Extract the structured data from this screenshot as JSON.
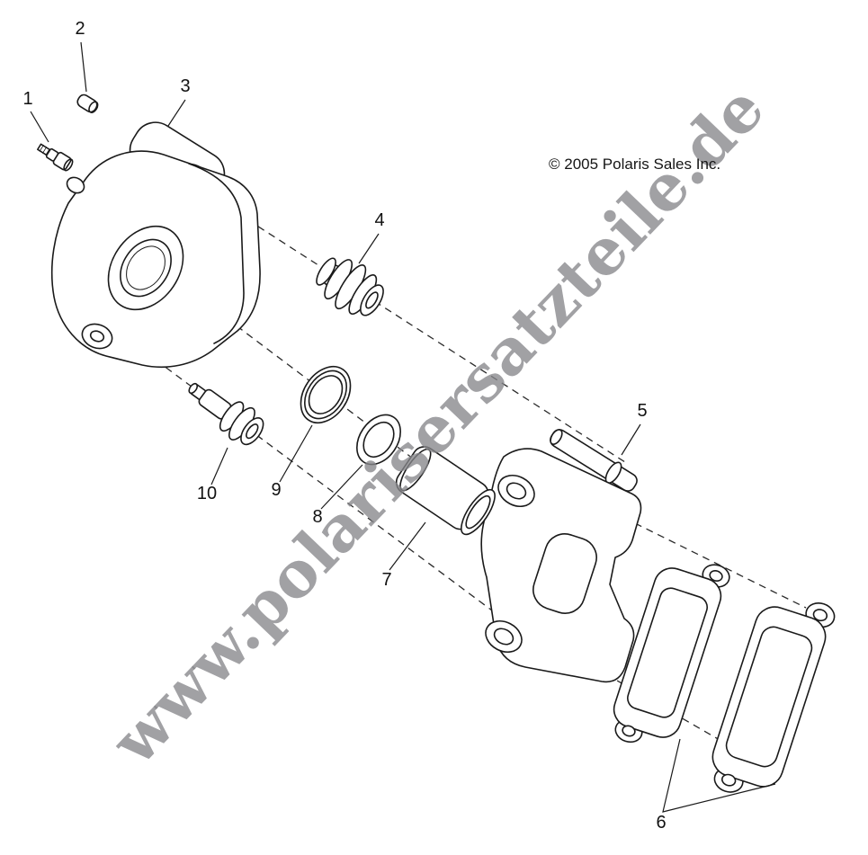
{
  "diagram": {
    "copyright_text": "© 2005 Polaris Sales Inc.",
    "watermark_text": "www.polarisersatzteile.de",
    "line_color": "#1a1a1a",
    "watermark_color": "#86868a",
    "part_labels": [
      {
        "num": "1"
      },
      {
        "num": "2"
      },
      {
        "num": "3"
      },
      {
        "num": "4"
      },
      {
        "num": "5"
      },
      {
        "num": "6"
      },
      {
        "num": "7"
      },
      {
        "num": "8"
      },
      {
        "num": "9"
      },
      {
        "num": "10"
      }
    ]
  }
}
